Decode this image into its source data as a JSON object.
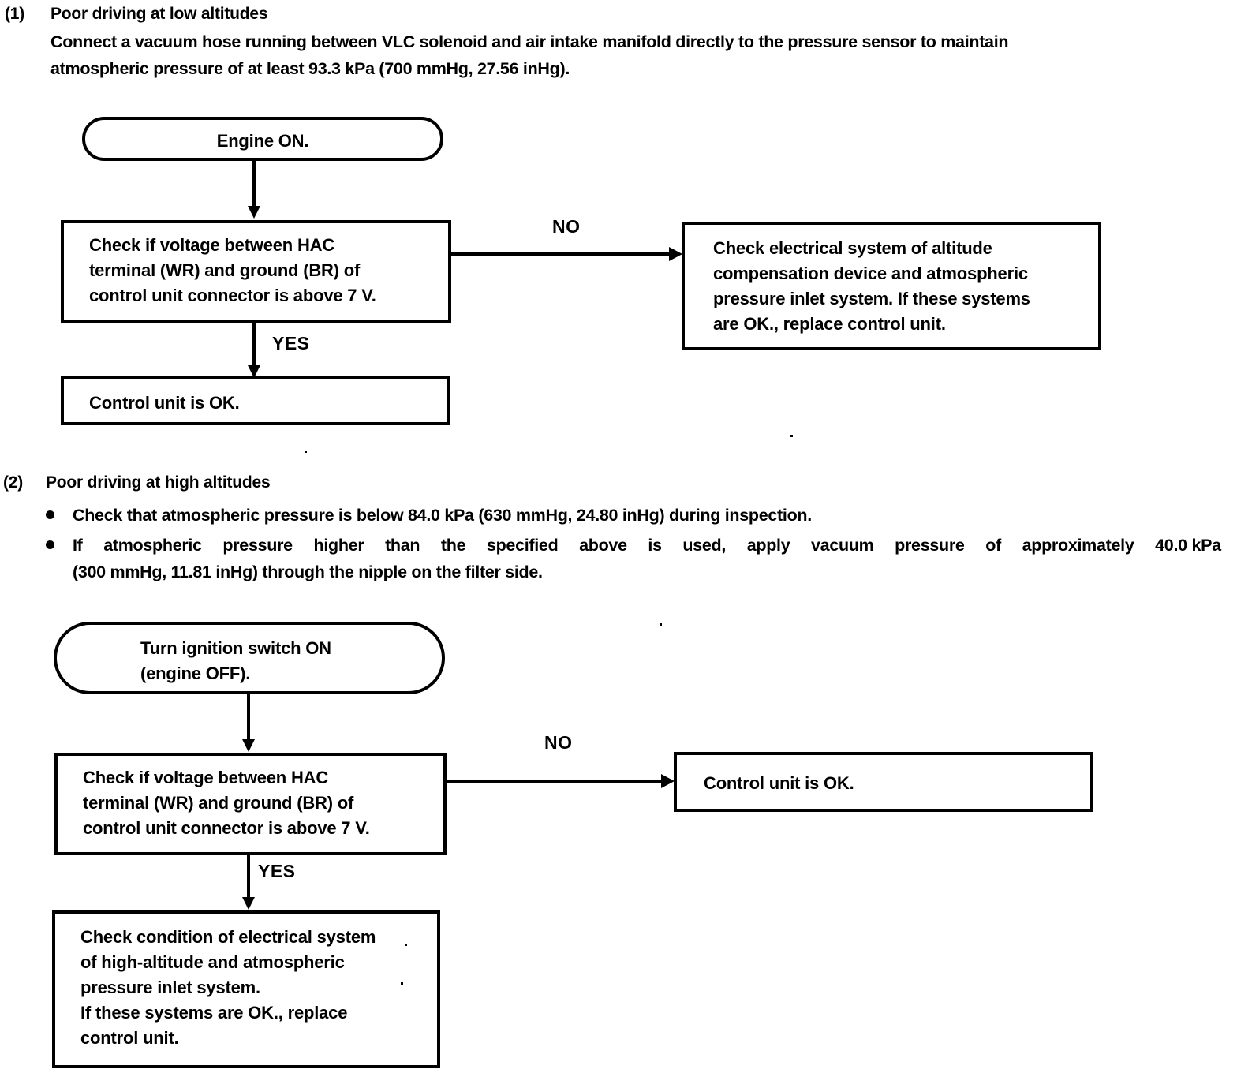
{
  "document": {
    "type": "service-manual-troubleshooting-page"
  },
  "sections": [
    {
      "number": "(1)",
      "title": "Poor driving at low altitudes",
      "paragraph_line1": "Connect a vacuum hose running between VLC solenoid and air intake manifold directly to the pressure sensor to maintain",
      "paragraph_line2": "atmospheric pressure of at least 93.3 kPa (700 mmHg, 27.56 inHg)."
    },
    {
      "number": "(2)",
      "title": "Poor driving at high altitudes",
      "bullets": [
        {
          "text": "Check that atmospheric pressure is below 84.0 kPa (630 mmHg, 24.80 inHg) during inspection."
        },
        {
          "line1_words": [
            "If",
            "atmospheric",
            "pressure",
            "higher",
            "than",
            "the",
            "specified",
            "above",
            "is",
            "used,",
            "apply",
            "vacuum",
            "pressure",
            "of",
            "approximately",
            "40.0 kPa"
          ],
          "line2": "(300 mmHg, 11.81 inHg) through the nipple on the filter side."
        }
      ]
    }
  ],
  "flowchart1": {
    "start": "Engine ON.",
    "decision": {
      "line1": "Check if voltage between HAC",
      "line2": "terminal (WR) and ground (BR) of",
      "line3": "control unit connector is above 7 V."
    },
    "yes_label": "YES",
    "no_label": "NO",
    "yes_result": "Control unit is OK.",
    "no_result": {
      "line1": "Check electrical system of altitude",
      "line2": "compensation device and atmospheric",
      "line3": "pressure inlet system.  If these systems",
      "line4": "are OK., replace control unit."
    }
  },
  "flowchart2": {
    "start": {
      "line1": "Turn ignition switch ON",
      "line2": "(engine OFF)."
    },
    "decision": {
      "line1": "Check if voltage between HAC",
      "line2": "terminal (WR) and ground (BR) of",
      "line3": "control unit connector is above 7 V."
    },
    "yes_label": "YES",
    "no_label": "NO",
    "no_result": "Control unit is OK.",
    "yes_result": {
      "line1": "Check condition of electrical system",
      "line2": "of high-altitude and atmospheric",
      "line3": "pressure inlet system.",
      "line4": "If these systems are OK., replace",
      "line5": "control unit."
    }
  },
  "colors": {
    "ink": "#000000",
    "paper": "#ffffff"
  }
}
